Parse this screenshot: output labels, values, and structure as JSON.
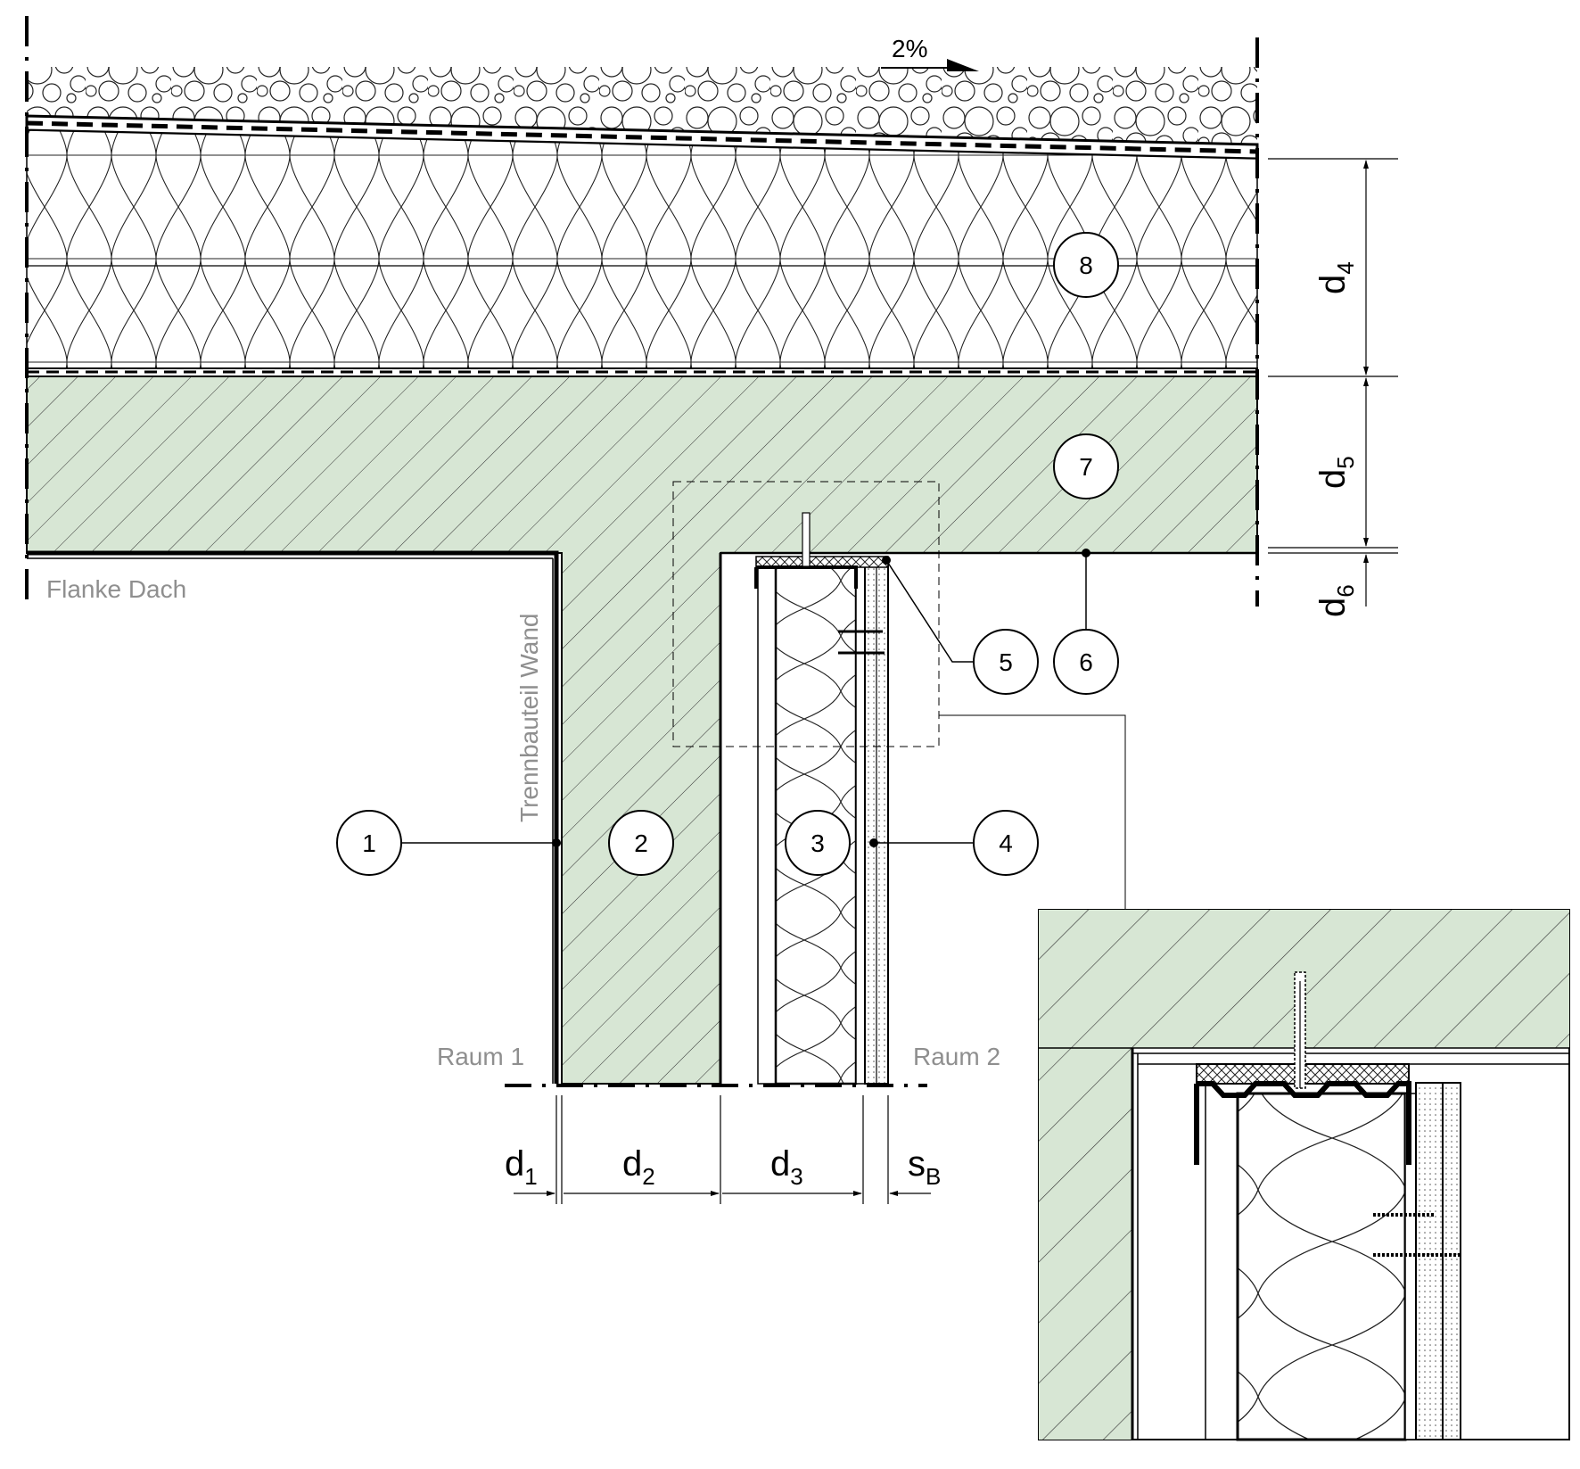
{
  "title": "",
  "colors": {
    "concrete": "#d7e6d4",
    "line": "#000000",
    "label_grey": "#8f8f8f",
    "background": "#ffffff"
  },
  "labels": {
    "slope": "2%",
    "flank": "Flanke Dach",
    "separating": "Trennbauteil Wand",
    "room1": "Raum 1",
    "room2": "Raum 2"
  },
  "callouts": [
    "1",
    "2",
    "3",
    "4",
    "5",
    "6",
    "7",
    "8"
  ],
  "dimensions": {
    "d1": {
      "main": "d",
      "sub": "1"
    },
    "d2": {
      "main": "d",
      "sub": "2"
    },
    "d3": {
      "main": "d",
      "sub": "3"
    },
    "sB": {
      "main": "s",
      "sub": "B"
    },
    "d4": {
      "main": "d",
      "sub": "4"
    },
    "d5": {
      "main": "d",
      "sub": "5"
    },
    "d6": {
      "main": "d",
      "sub": "6"
    }
  }
}
